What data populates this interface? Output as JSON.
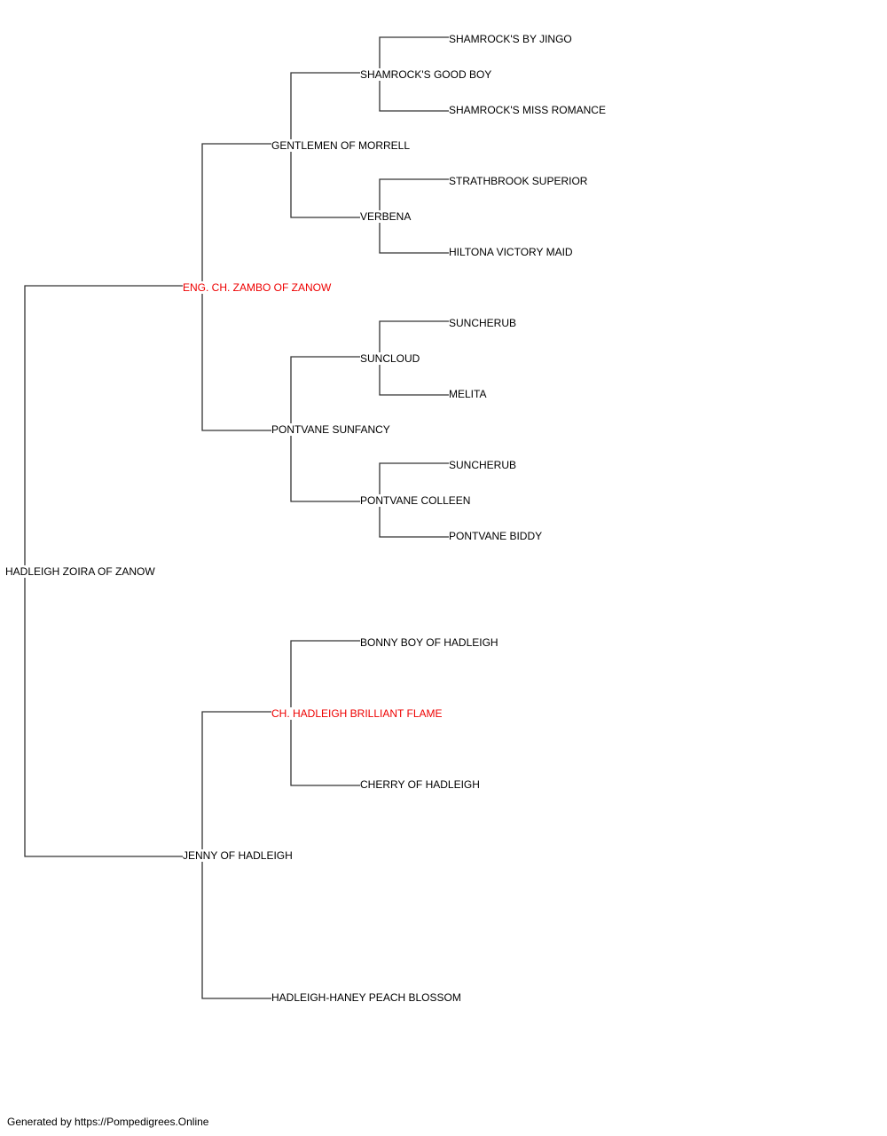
{
  "colors": {
    "line": "#333333",
    "text": "#000000",
    "highlight": "#ee0000"
  },
  "pedigree": {
    "subject": {
      "name": "HADLEIGH ZOIRA OF ZANOW",
      "highlight": false
    },
    "sire": {
      "name": "ENG. CH. ZAMBO OF ZANOW",
      "highlight": true
    },
    "dam": {
      "name": "JENNY OF HADLEIGH",
      "highlight": false
    },
    "sire_sire": {
      "name": "GENTLEMEN OF MORRELL",
      "highlight": false
    },
    "sire_dam": {
      "name": "PONTVANE SUNFANCY",
      "highlight": false
    },
    "dam_sire": {
      "name": "CH. HADLEIGH BRILLIANT FLAME",
      "highlight": true
    },
    "dam_dam": {
      "name": "HADLEIGH-HANEY PEACH BLOSSOM",
      "highlight": false
    },
    "sss": {
      "name": "SHAMROCK'S GOOD BOY",
      "highlight": false
    },
    "ssd": {
      "name": "VERBENA",
      "highlight": false
    },
    "sds": {
      "name": "SUNCLOUD",
      "highlight": false
    },
    "sdd": {
      "name": "PONTVANE COLLEEN",
      "highlight": false
    },
    "dss": {
      "name": "BONNY BOY OF HADLEIGH",
      "highlight": false
    },
    "dsd": {
      "name": "CHERRY OF HADLEIGH",
      "highlight": false
    },
    "ssss": {
      "name": "SHAMROCK'S BY JINGO",
      "highlight": false
    },
    "sssd": {
      "name": "SHAMROCK'S MISS ROMANCE",
      "highlight": false
    },
    "ssds": {
      "name": "STRATHBROOK SUPERIOR",
      "highlight": false
    },
    "ssdd": {
      "name": "HILTONA VICTORY MAID",
      "highlight": false
    },
    "sdss": {
      "name": "SUNCHERUB",
      "highlight": false
    },
    "sdsd": {
      "name": "MELITA",
      "highlight": false
    },
    "sdds": {
      "name": "SUNCHERUB",
      "highlight": false
    },
    "sddd": {
      "name": "PONTVANE BIDDY",
      "highlight": false
    }
  },
  "footer": "Generated by https://Pompedigrees.Online"
}
